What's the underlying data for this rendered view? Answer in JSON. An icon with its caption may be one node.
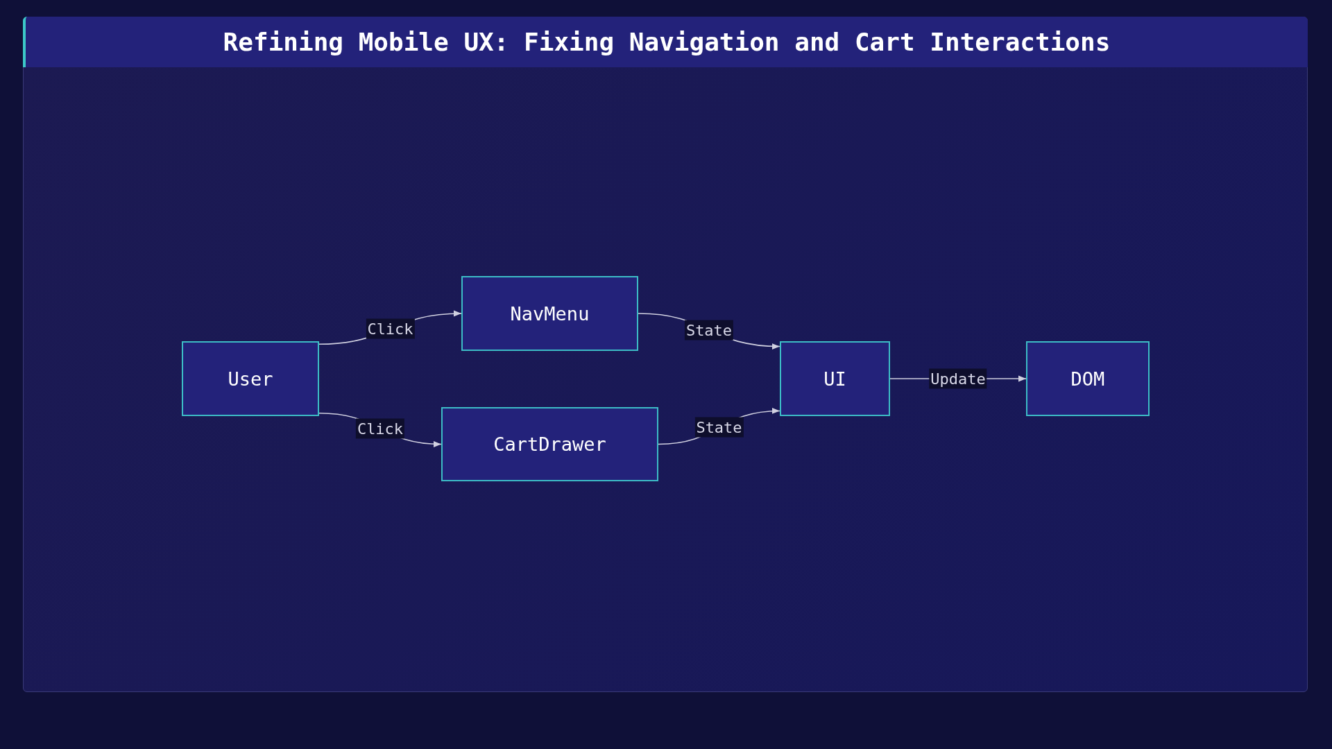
{
  "diagram": {
    "title": "Refining Mobile UX: Fixing Navigation and Cart Interactions",
    "nodes": [
      {
        "text": [
          "User"
        ]
      },
      {
        "text": [
          "NavMenu"
        ]
      },
      {
        "text": [
          "CartDrawer"
        ]
      },
      {
        "text": [
          "UI"
        ]
      },
      {
        "text": [
          "DOM"
        ]
      }
    ],
    "edges": [
      {
        "from": 0,
        "to": 1,
        "arrow": "to",
        "label": "Click"
      },
      {
        "from": 0,
        "to": 2,
        "arrow": "to",
        "label": "Click"
      },
      {
        "from": 1,
        "to": 3,
        "arrow": "to",
        "label": "State"
      },
      {
        "from": 2,
        "to": 3,
        "arrow": "to",
        "label": "State"
      },
      {
        "from": 3,
        "to": 4,
        "arrow": "to",
        "label": "Update"
      }
    ]
  }
}
